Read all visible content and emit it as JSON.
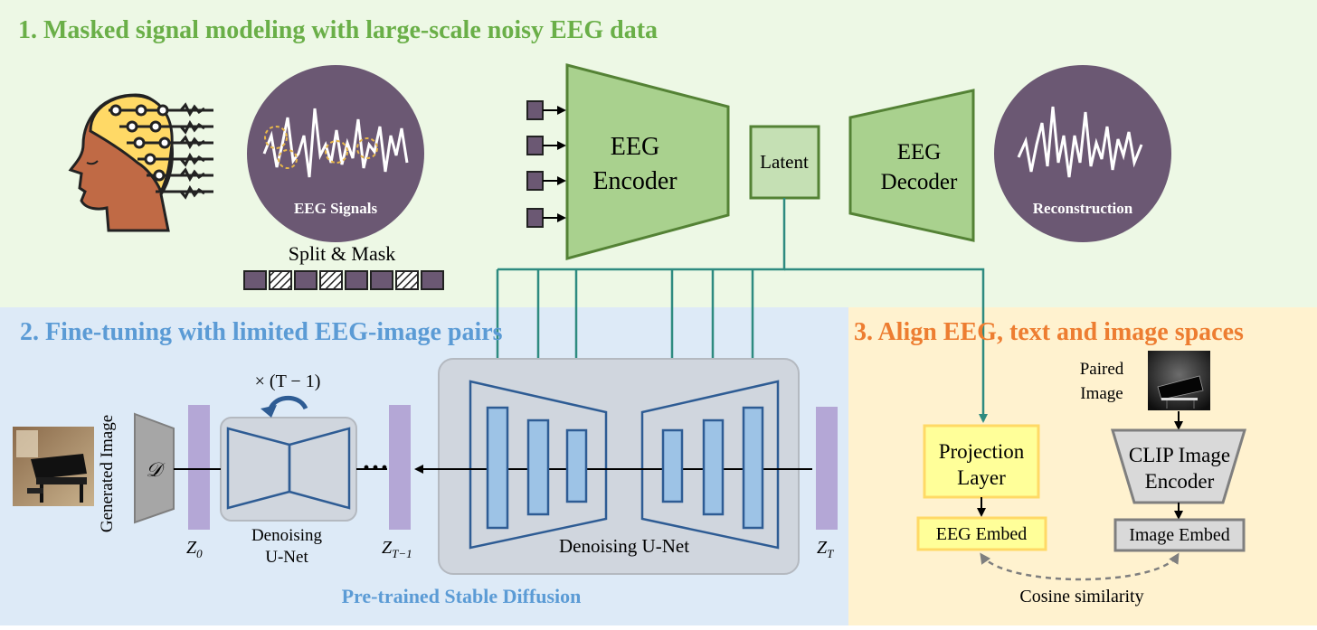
{
  "colors": {
    "panel1_bg": "#EDF8E5",
    "panel2_bg": "#DDEAF7",
    "panel3_bg": "#FFF2CF",
    "green_title": "#6AAF48",
    "blue_title": "#5B9BD5",
    "orange_title": "#ED7D31",
    "encoder_fill": "#A9D18E",
    "encoder_stroke": "#548235",
    "latent_fill": "#C5E0B4",
    "circle_fill": "#6B5873",
    "teal_arrow": "#2E8B80",
    "unet_bar_fill": "#9DC3E6",
    "unet_stroke": "#2E5C94",
    "latent_bar": "#B4A7D6",
    "projection_fill": "#FFFF99",
    "projection_stroke": "#FFD966",
    "clip_fill": "#D9D9D9",
    "clip_stroke": "#7F7F7F"
  },
  "section1": {
    "title": "1. Masked signal modeling with large-scale noisy EEG data",
    "eeg_signals_label": "EEG Signals",
    "split_mask_label": "Split & Mask",
    "encoder_label_line1": "EEG",
    "encoder_label_line2": "Encoder",
    "latent_label": "Latent",
    "decoder_label_line1": "EEG",
    "decoder_label_line2": "Decoder",
    "reconstruction_label": "Reconstruction",
    "head_icon": "head-with-electrodes-icon"
  },
  "section2": {
    "title": "2. Fine-tuning with limited EEG-image pairs",
    "generated_image_label": "Generated Image",
    "decoder_symbol": "𝒟",
    "repeat_label": "× (T − 1)",
    "small_unet_label_line1": "Denoising",
    "small_unet_label_line2": "U-Net",
    "big_unet_label": "Denoising U-Net",
    "ellipsis": "···",
    "z0_main": "Z",
    "z0_sub": "0",
    "zt1_main": "Z",
    "zt1_sub": "T−1",
    "zt_main": "Z",
    "zt_sub": "T",
    "footer": "Pre-trained Stable Diffusion",
    "generated_image_icon": "piano-room-photo",
    "loop_icon": "circular-arrow-icon"
  },
  "section3": {
    "title": "3. Align EEG, text and image spaces",
    "paired_image_line1": "Paired",
    "paired_image_line2": "Image",
    "projection_line1": "Projection",
    "projection_line2": "Layer",
    "clip_line1": "CLIP Image",
    "clip_line2": "Encoder",
    "eeg_embed": "EEG Embed",
    "image_embed": "Image Embed",
    "cosine": "Cosine similarity",
    "paired_image_icon": "grand-piano-photo"
  }
}
